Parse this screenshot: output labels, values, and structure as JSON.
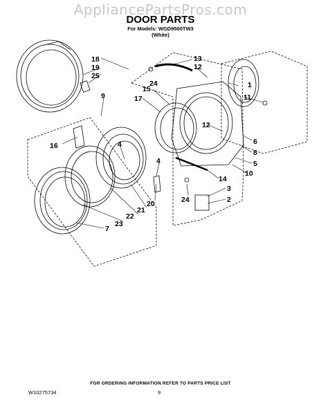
{
  "watermark": "AppliancePartsPros.com",
  "title": "DOOR PARTS",
  "models_line1": "For Models: WGD9500TW3",
  "models_line2": "(White)",
  "callouts": {
    "c18": "18",
    "c19": "19",
    "c25": "25",
    "c9": "9",
    "c16": "16",
    "c7": "7",
    "c23": "23",
    "c22": "22",
    "c21": "21",
    "c20": "20",
    "c4a": "4",
    "c4b": "4",
    "c13": "13",
    "c12a": "12",
    "c24a": "24",
    "c15": "15",
    "c17": "17",
    "c1": "1",
    "c11": "11",
    "c12b": "12",
    "c6": "6",
    "c8": "8",
    "c5": "5",
    "c10": "10",
    "c14": "14",
    "c3": "3",
    "c2": "2",
    "c24b": "24"
  },
  "footer_note": "FOR ORDERING INFORMATION REFER TO PARTS PRICE LIST",
  "doc_number": "W10275734",
  "page_number": "9"
}
